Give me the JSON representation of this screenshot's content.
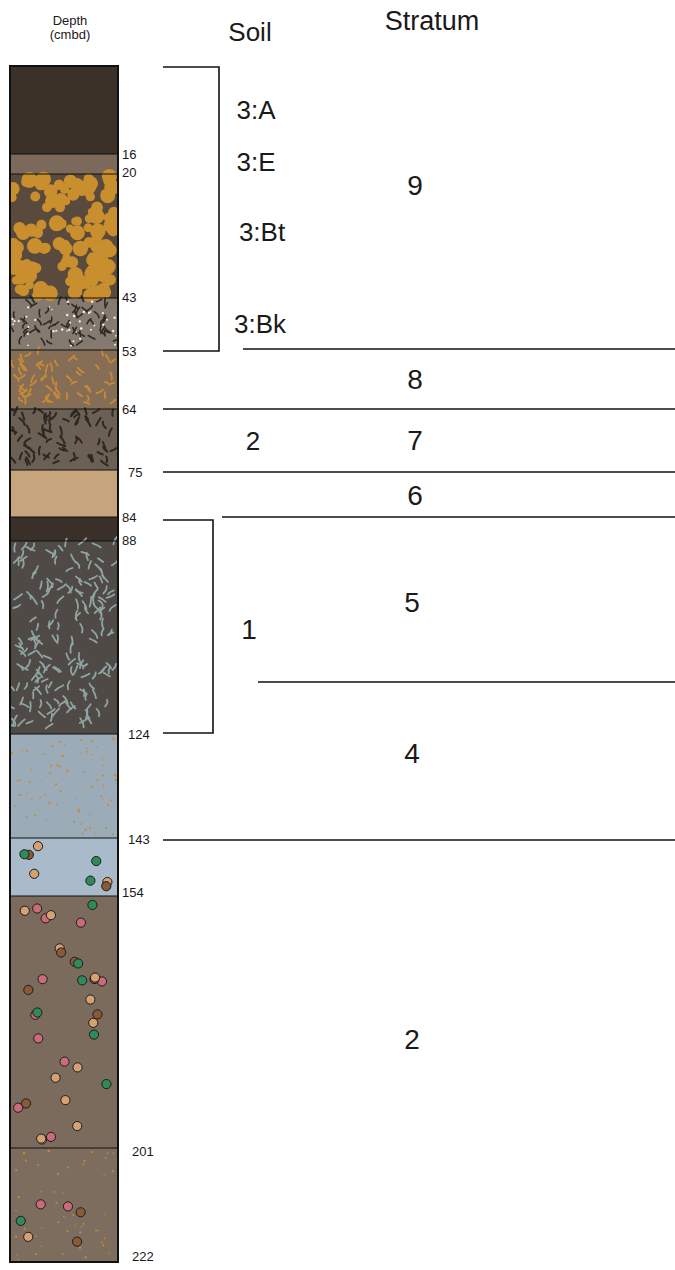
{
  "diagram": {
    "labels": [
      "Depth (cmbd)",
      "Soil",
      "Stratum",
      "16",
      "20",
      "43",
      "53",
      "64",
      "75",
      "84",
      "88",
      "124",
      "143",
      "154",
      "201",
      "222",
      "3:A",
      "3:E",
      "3:Bt",
      "3:Bk",
      "2",
      "1",
      "9",
      "8",
      "7",
      "6",
      "5",
      "4",
      "2"
    ]
  }
}
